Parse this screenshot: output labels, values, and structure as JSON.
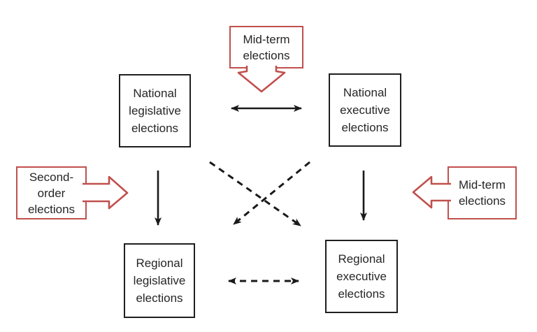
{
  "diagram": {
    "boxes": {
      "national_legislative": {
        "label": "National legislative elections"
      },
      "national_executive": {
        "label": "National executive elections"
      },
      "regional_legislative": {
        "label": "Regional legislative elections"
      },
      "regional_executive": {
        "label": "Regional executive elections"
      }
    },
    "callouts": {
      "top": {
        "label": "Mid-term elections"
      },
      "left": {
        "label": "Second-order elections"
      },
      "right": {
        "label": "Mid-term elections"
      }
    },
    "colors": {
      "background": "#ffffff",
      "box_border": "#1f1f1f",
      "callout_border": "#c0504d",
      "arrow": "#1a1a1a",
      "text": "#262626"
    },
    "relationships": [
      {
        "from": "national_legislative",
        "to": "national_executive",
        "style": "solid",
        "direction": "both"
      },
      {
        "from": "national_legislative",
        "to": "regional_legislative",
        "style": "solid",
        "direction": "one-way"
      },
      {
        "from": "national_executive",
        "to": "regional_executive",
        "style": "solid",
        "direction": "one-way"
      },
      {
        "from": "national_legislative",
        "to": "regional_executive",
        "style": "dashed",
        "direction": "one-way"
      },
      {
        "from": "national_executive",
        "to": "regional_legislative",
        "style": "dashed",
        "direction": "one-way"
      },
      {
        "from": "regional_legislative",
        "to": "regional_executive",
        "style": "dashed",
        "direction": "both"
      }
    ]
  }
}
